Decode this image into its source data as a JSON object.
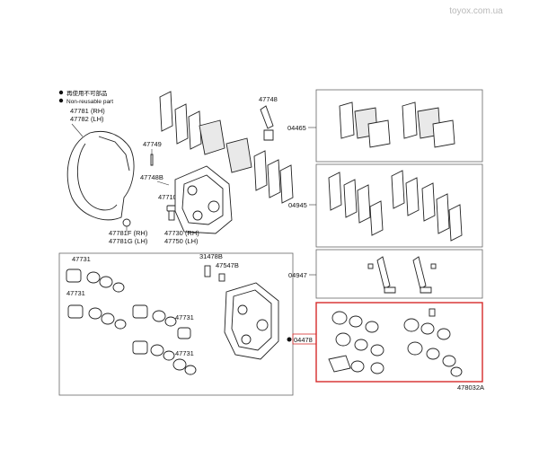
{
  "watermark": "toyox.com.ua",
  "legend": {
    "reusable_note": "再使用不可部品",
    "nonreusable_note": "Non-reusable part"
  },
  "labels": {
    "shield_rh": "47781 (RH)",
    "shield_lh": "47782 (LH)",
    "shield_alt_rh": "47781F (RH)",
    "shield_alt_lh": "47781G (LH)",
    "p47749": "47749",
    "p47748b": "47748B",
    "p47748": "47748",
    "p47710a": "47710A",
    "caliper_rh": "47730 (RH)",
    "caliper_lh": "47750 (LH)",
    "piston_kit": "47731",
    "p31478b": "31478B",
    "p47547b": "47547B",
    "pad_set": "04465",
    "shim_kit": "04945",
    "clip_kit": "04947",
    "seal_kit": "04478",
    "figure_code": "478032A"
  },
  "highlight_color": "#d62b2b"
}
